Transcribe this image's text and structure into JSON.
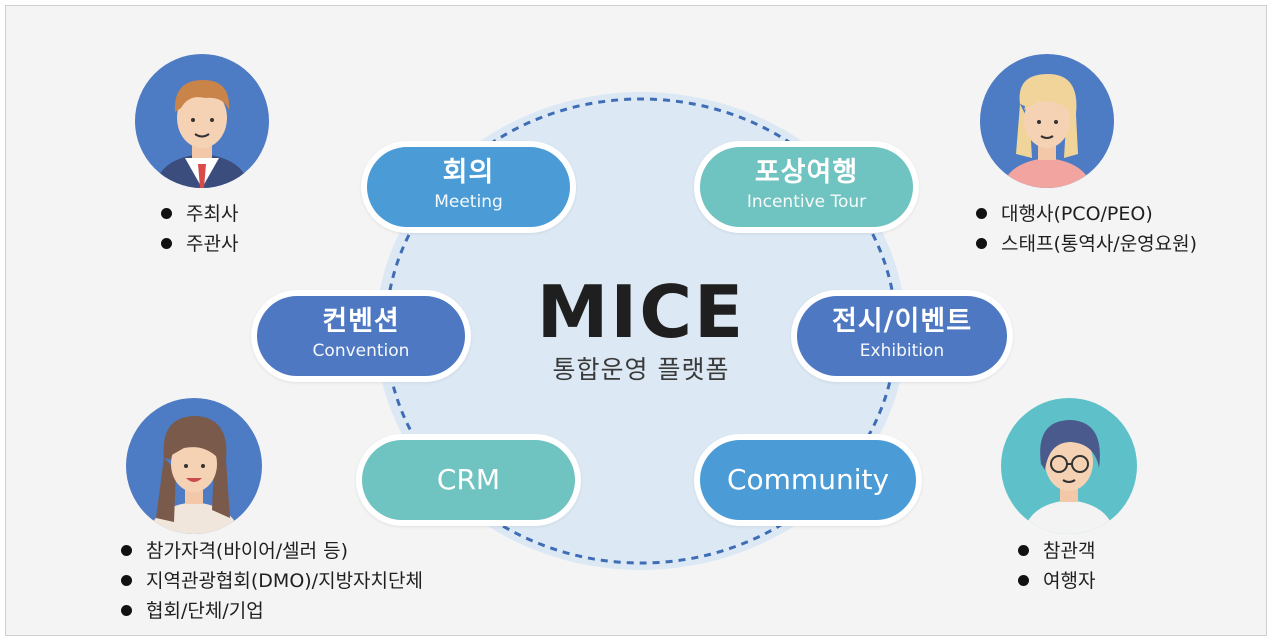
{
  "center": {
    "title": "MICE",
    "subtitle": "통합운영 플랫폼"
  },
  "pills": {
    "meeting": {
      "ko": "회의",
      "en": "Meeting"
    },
    "incentive": {
      "ko": "포상여행",
      "en": "Incentive Tour"
    },
    "convention": {
      "ko": "컨벤션",
      "en": "Convention"
    },
    "exhibition": {
      "ko": "전시/이벤트",
      "en": "Exhibition"
    },
    "crm": {
      "label": "CRM"
    },
    "community": {
      "label": "Community"
    }
  },
  "groups": {
    "top_left": [
      "주최사",
      "주관사"
    ],
    "top_right": [
      "대행사(PCO/PEO)",
      "스태프(통역사/운영요원)"
    ],
    "bottom_left": [
      "참가자격(바이어/셀러 등)",
      "지역관광협회(DMO)/지방자치단체",
      "협회/단체/기업"
    ],
    "bottom_right": [
      "참관객",
      "여행자"
    ]
  },
  "avatars": {
    "top_left": "man-in-suit-avatar",
    "top_right": "blonde-woman-avatar",
    "bottom_left": "long-haired-woman-avatar",
    "bottom_right": "man-with-glasses-avatar"
  },
  "colors": {
    "pill_blue": "#4a9bd6",
    "pill_teal": "#6fc3c0",
    "pill_navy": "#4f78c3",
    "circle": "#dce9f5",
    "ring": "#3f6db5",
    "avatar_bg": "#4d7bc4"
  }
}
